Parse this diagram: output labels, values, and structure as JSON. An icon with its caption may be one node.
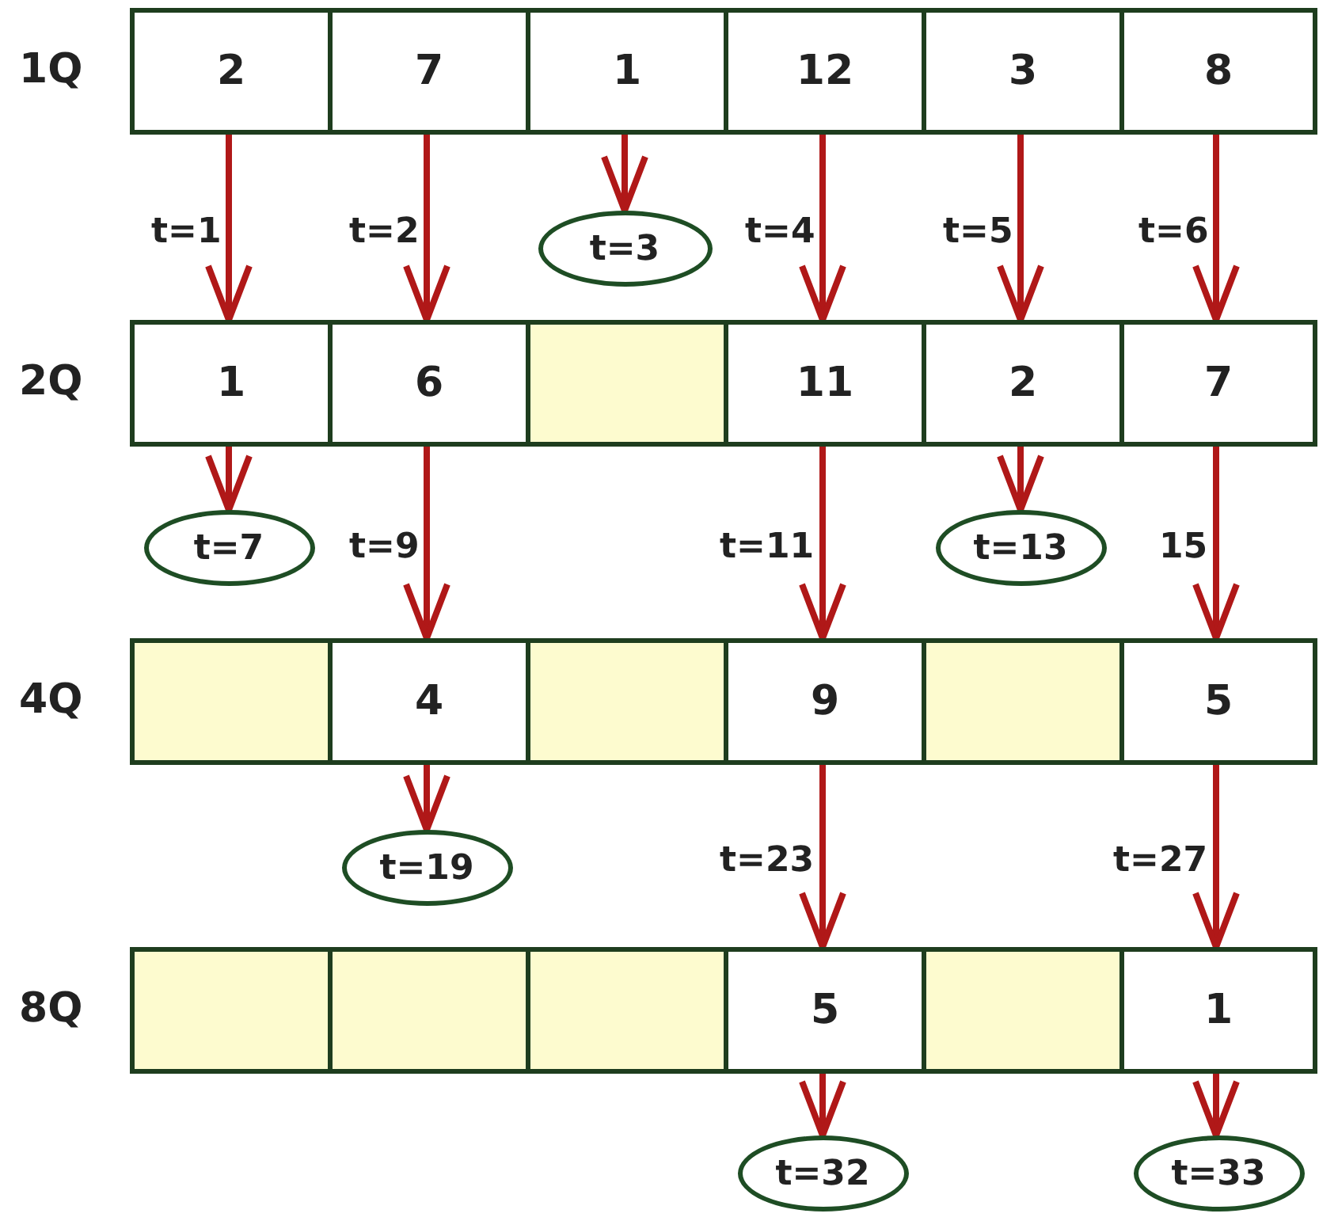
{
  "diagram": {
    "nodes": [
      {
        "text": [
          "2"
        ]
      },
      {
        "text": [
          "7"
        ]
      },
      {
        "text": [
          "1"
        ]
      },
      {
        "text": [
          "12"
        ]
      },
      {
        "text": [
          "3"
        ]
      },
      {
        "text": [
          "8"
        ]
      },
      {
        "text": [
          "t=3"
        ]
      },
      {
        "text": [
          "1"
        ]
      },
      {
        "text": [
          "6"
        ]
      },
      {
        "text": [],
        "shape": "box"
      },
      {
        "text": [
          "11"
        ]
      },
      {
        "text": [
          "2"
        ]
      },
      {
        "text": [
          "7"
        ]
      },
      {
        "text": [
          "t=7"
        ]
      },
      {
        "text": [
          "t=13"
        ]
      },
      {
        "text": [],
        "shape": "box"
      },
      {
        "text": [
          "4"
        ]
      },
      {
        "text": [],
        "shape": "box"
      },
      {
        "text": [
          "9"
        ]
      },
      {
        "text": [],
        "shape": "box"
      },
      {
        "text": [
          "5"
        ]
      },
      {
        "text": [
          "t=19"
        ]
      },
      {
        "text": [],
        "shape": "box"
      },
      {
        "text": [],
        "shape": "box"
      },
      {
        "text": [],
        "shape": "box"
      },
      {
        "text": [
          "5"
        ]
      },
      {
        "text": [],
        "shape": "box"
      },
      {
        "text": [
          "1"
        ]
      },
      {
        "text": [
          "t=32"
        ]
      },
      {
        "text": [
          "t=33"
        ]
      }
    ],
    "edges": [
      {
        "from": 0,
        "to": 7,
        "arrow": "to",
        "label": "t=1"
      },
      {
        "from": 1,
        "to": 8,
        "arrow": "to",
        "label": "t=2"
      },
      {
        "from": 2,
        "to": 6,
        "arrow": "to"
      },
      {
        "from": 3,
        "to": 10,
        "arrow": "to",
        "label": "t=4"
      },
      {
        "from": 4,
        "to": 11,
        "arrow": "to",
        "label": "t=5"
      },
      {
        "from": 5,
        "to": 12,
        "arrow": "to",
        "label": "t=6"
      },
      {
        "from": 7,
        "to": 13,
        "arrow": "to"
      },
      {
        "from": 8,
        "to": 16,
        "arrow": "to",
        "label": "t=9"
      },
      {
        "from": 10,
        "to": 18,
        "arrow": "to",
        "label": "t=11"
      },
      {
        "from": 11,
        "to": 14,
        "arrow": "to"
      },
      {
        "from": 12,
        "to": 20,
        "arrow": "to",
        "label": "15"
      },
      {
        "from": 16,
        "to": 21,
        "arrow": "to"
      },
      {
        "from": 18,
        "to": 25,
        "arrow": "to",
        "label": "t=23"
      },
      {
        "from": 20,
        "to": 27,
        "arrow": "to",
        "label": "t=27"
      },
      {
        "from": 25,
        "to": 28,
        "arrow": "to"
      },
      {
        "from": 27,
        "to": 29,
        "arrow": "to"
      }
    ],
    "labels": [
      "1Q",
      "2Q",
      "4Q",
      "8Q"
    ]
  }
}
